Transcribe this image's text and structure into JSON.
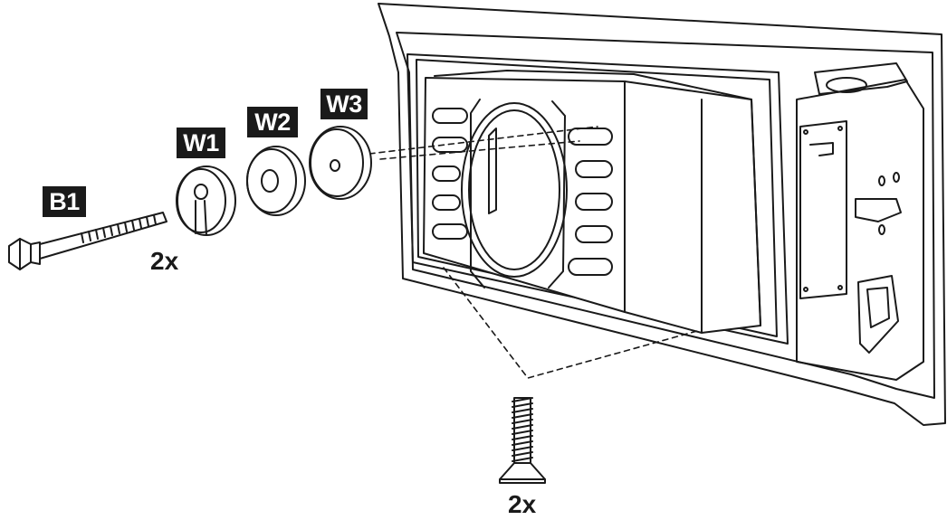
{
  "labels": {
    "bolt": "B1",
    "washer1": "W1",
    "washer2": "W2",
    "washer3": "W3",
    "bolt_qty": "2x",
    "screw_qty": "2x"
  },
  "colors": {
    "line": "#1a1a1a",
    "tag_background": "#1a1a1a",
    "tag_text": "#ffffff",
    "background": "#ffffff"
  }
}
